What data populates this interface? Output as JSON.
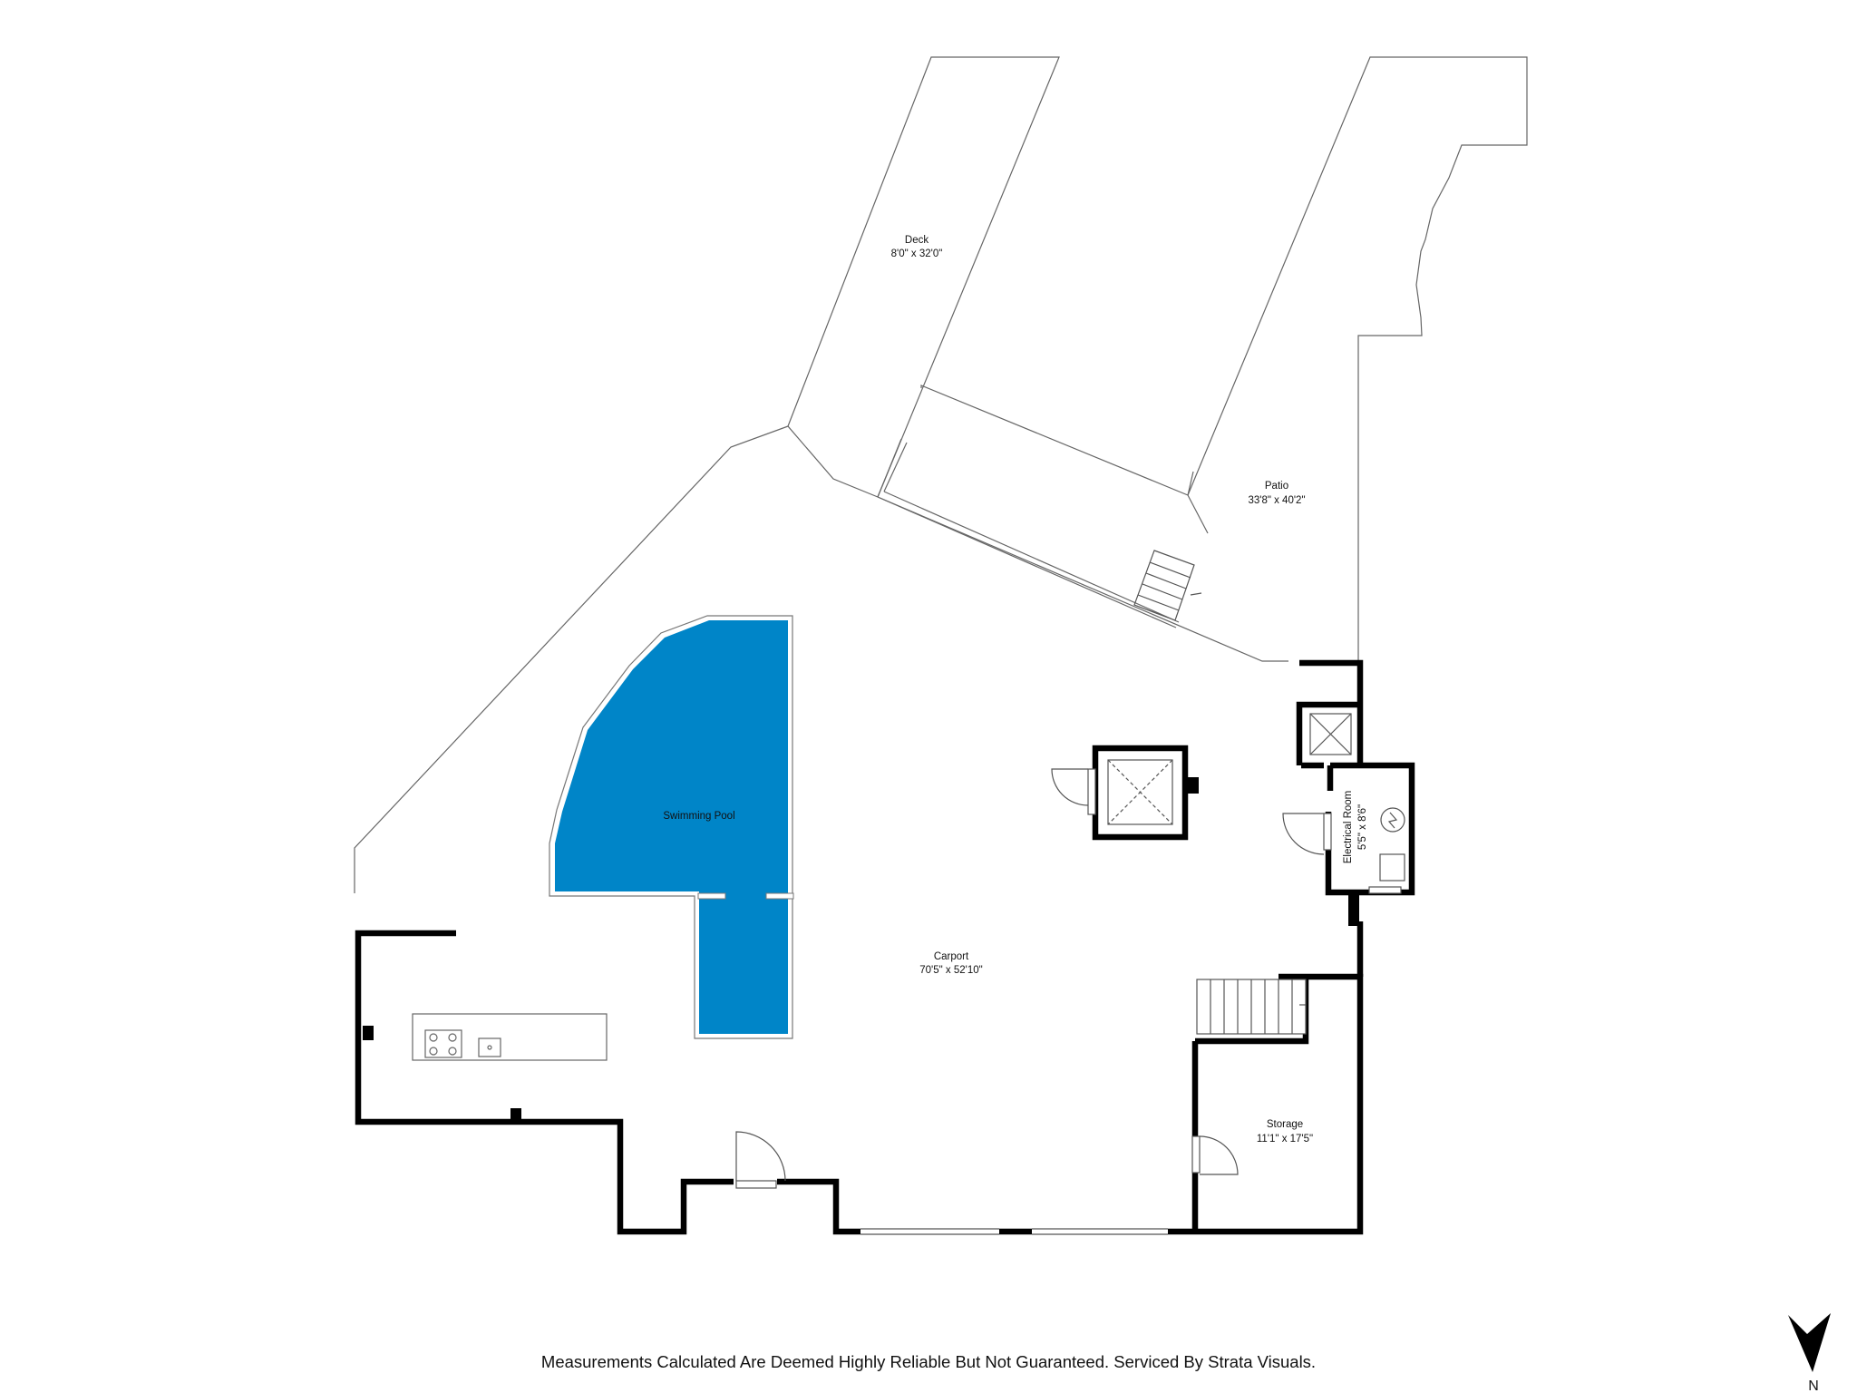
{
  "rooms": {
    "deck": {
      "name": "Deck",
      "dims": "8'0\" x 32'0\""
    },
    "patio": {
      "name": "Patio",
      "dims": "33'8\" x 40'2\""
    },
    "pool": {
      "name": "Swimming Pool"
    },
    "carport": {
      "name": "Carport",
      "dims": "70'5\" x 52'10\""
    },
    "electrical": {
      "name": "Electrical Room",
      "dims": "5'5\" x 8'6\""
    },
    "storage": {
      "name": "Storage",
      "dims": "11'1\" x 17'5\""
    }
  },
  "compass": {
    "label": "N"
  },
  "footer": {
    "disclaimer": "Measurements Calculated Are Deemed Highly Reliable But Not Guaranteed. Serviced By Strata Visuals."
  },
  "colors": {
    "pool": "#0085c8",
    "walls": "#000000",
    "outline": "#555555"
  }
}
